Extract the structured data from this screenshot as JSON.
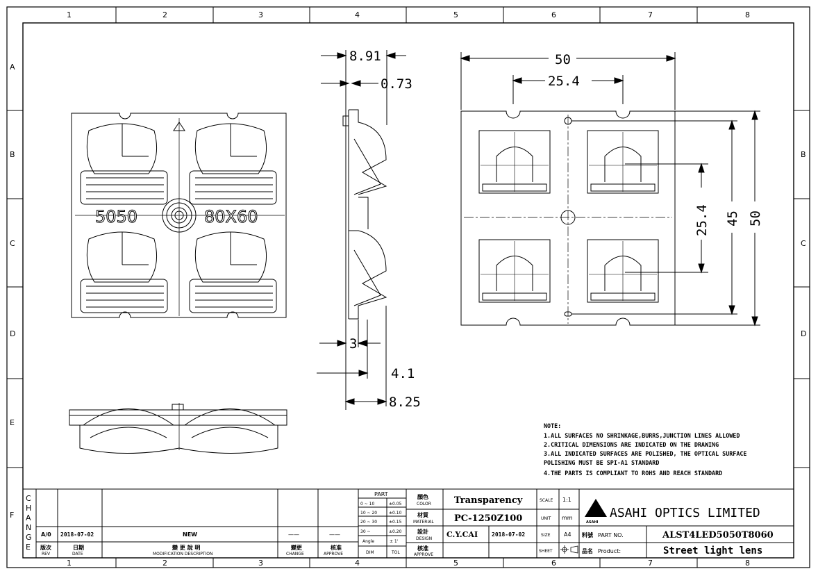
{
  "zones": {
    "columns": [
      "1",
      "2",
      "3",
      "4",
      "5",
      "6",
      "7",
      "8"
    ],
    "rows": [
      "A",
      "B",
      "C",
      "D",
      "E",
      "F"
    ]
  },
  "front_view": {
    "left_label": "5050",
    "right_label": "80X60"
  },
  "side_view": {
    "dim_overall_top": "8.91",
    "dim_tip": "0.73",
    "dim_flange": "3",
    "dim_base": "4.1",
    "dim_overall_bottom": "8.25"
  },
  "back_view": {
    "dim_width": "50",
    "dim_pitch_x": "25.4",
    "dim_pitch_y": "25.4",
    "dim_hole": "45",
    "dim_height": "50"
  },
  "notes": {
    "title": "NOTE:",
    "lines": [
      "1.ALL SURFACES NO SHRINKAGE,BURRS,JUNCTION LINES ALLOWED",
      "2.CRITICAL DIMENSIONS ARE INDICATED ON THE DRAWING",
      "3.ALL INDICATED SURFACES ARE POLISHED, THE OPTICAL SURFACE",
      "POLISHING MUST BE SPI-A1 STANDARD",
      "4.THE PARTS IS COMPLIANT TO ROHS AND REACH STANDARD"
    ]
  },
  "change_block": {
    "side_label": [
      "C",
      "H",
      "A",
      "N",
      "G",
      "E"
    ],
    "rev": "A/0",
    "date": "2018-07-02",
    "description": "NEW",
    "change": "——",
    "approve": "——",
    "head_rev_cn": "版次",
    "head_rev": "REV",
    "head_date_cn": "日期",
    "head_date": "DATE",
    "head_desc_cn": "變 更 說 明",
    "head_desc": "MODIFICATION DESCRIPTION",
    "head_change_cn": "變更",
    "head_change": "CHANGE",
    "head_approve_cn": "核准",
    "head_approve": "APPROVE"
  },
  "tolerance": {
    "title": "PART",
    "rows": [
      {
        "range": "0 ~ 10",
        "tol": "±0.05"
      },
      {
        "range": "10 ~ 20",
        "tol": "±0.10"
      },
      {
        "range": "20 ~ 30",
        "tol": "±0.15"
      },
      {
        "range": "30 ~",
        "tol": "±0.20"
      },
      {
        "range": "Angle",
        "tol": "± 1'"
      }
    ],
    "foot_dim": "DIM",
    "foot_tol": "TOL"
  },
  "title_block": {
    "color_cn": "顏色",
    "color_label": "COLOR",
    "color_value": "Transparency",
    "material_cn": "材質",
    "material_label": "MATERIAL",
    "material_value": "PC-1250Z100",
    "design_cn": "設計",
    "design_label": "DESIGN",
    "design_value": "C.Y.CAI",
    "design_date": "2018-07-02",
    "approve_cn": "核准",
    "approve_label": "APPROVE",
    "scale_label": "SCALE",
    "scale_value": "1:1",
    "unit_label": "UNIT",
    "unit_value": "mm",
    "size_label": "SIZE",
    "size_value": "A4",
    "sheet_label": "SHEET",
    "company": "ASAHI OPTICS LIMITED",
    "logo_text": "ASAHI",
    "part_no_cn": "料號",
    "part_no_label": "PART NO.",
    "part_no_value": "ALST4LED5050T8060",
    "product_cn": "品名",
    "product_label": "Product:",
    "product_value": "Street light lens"
  }
}
